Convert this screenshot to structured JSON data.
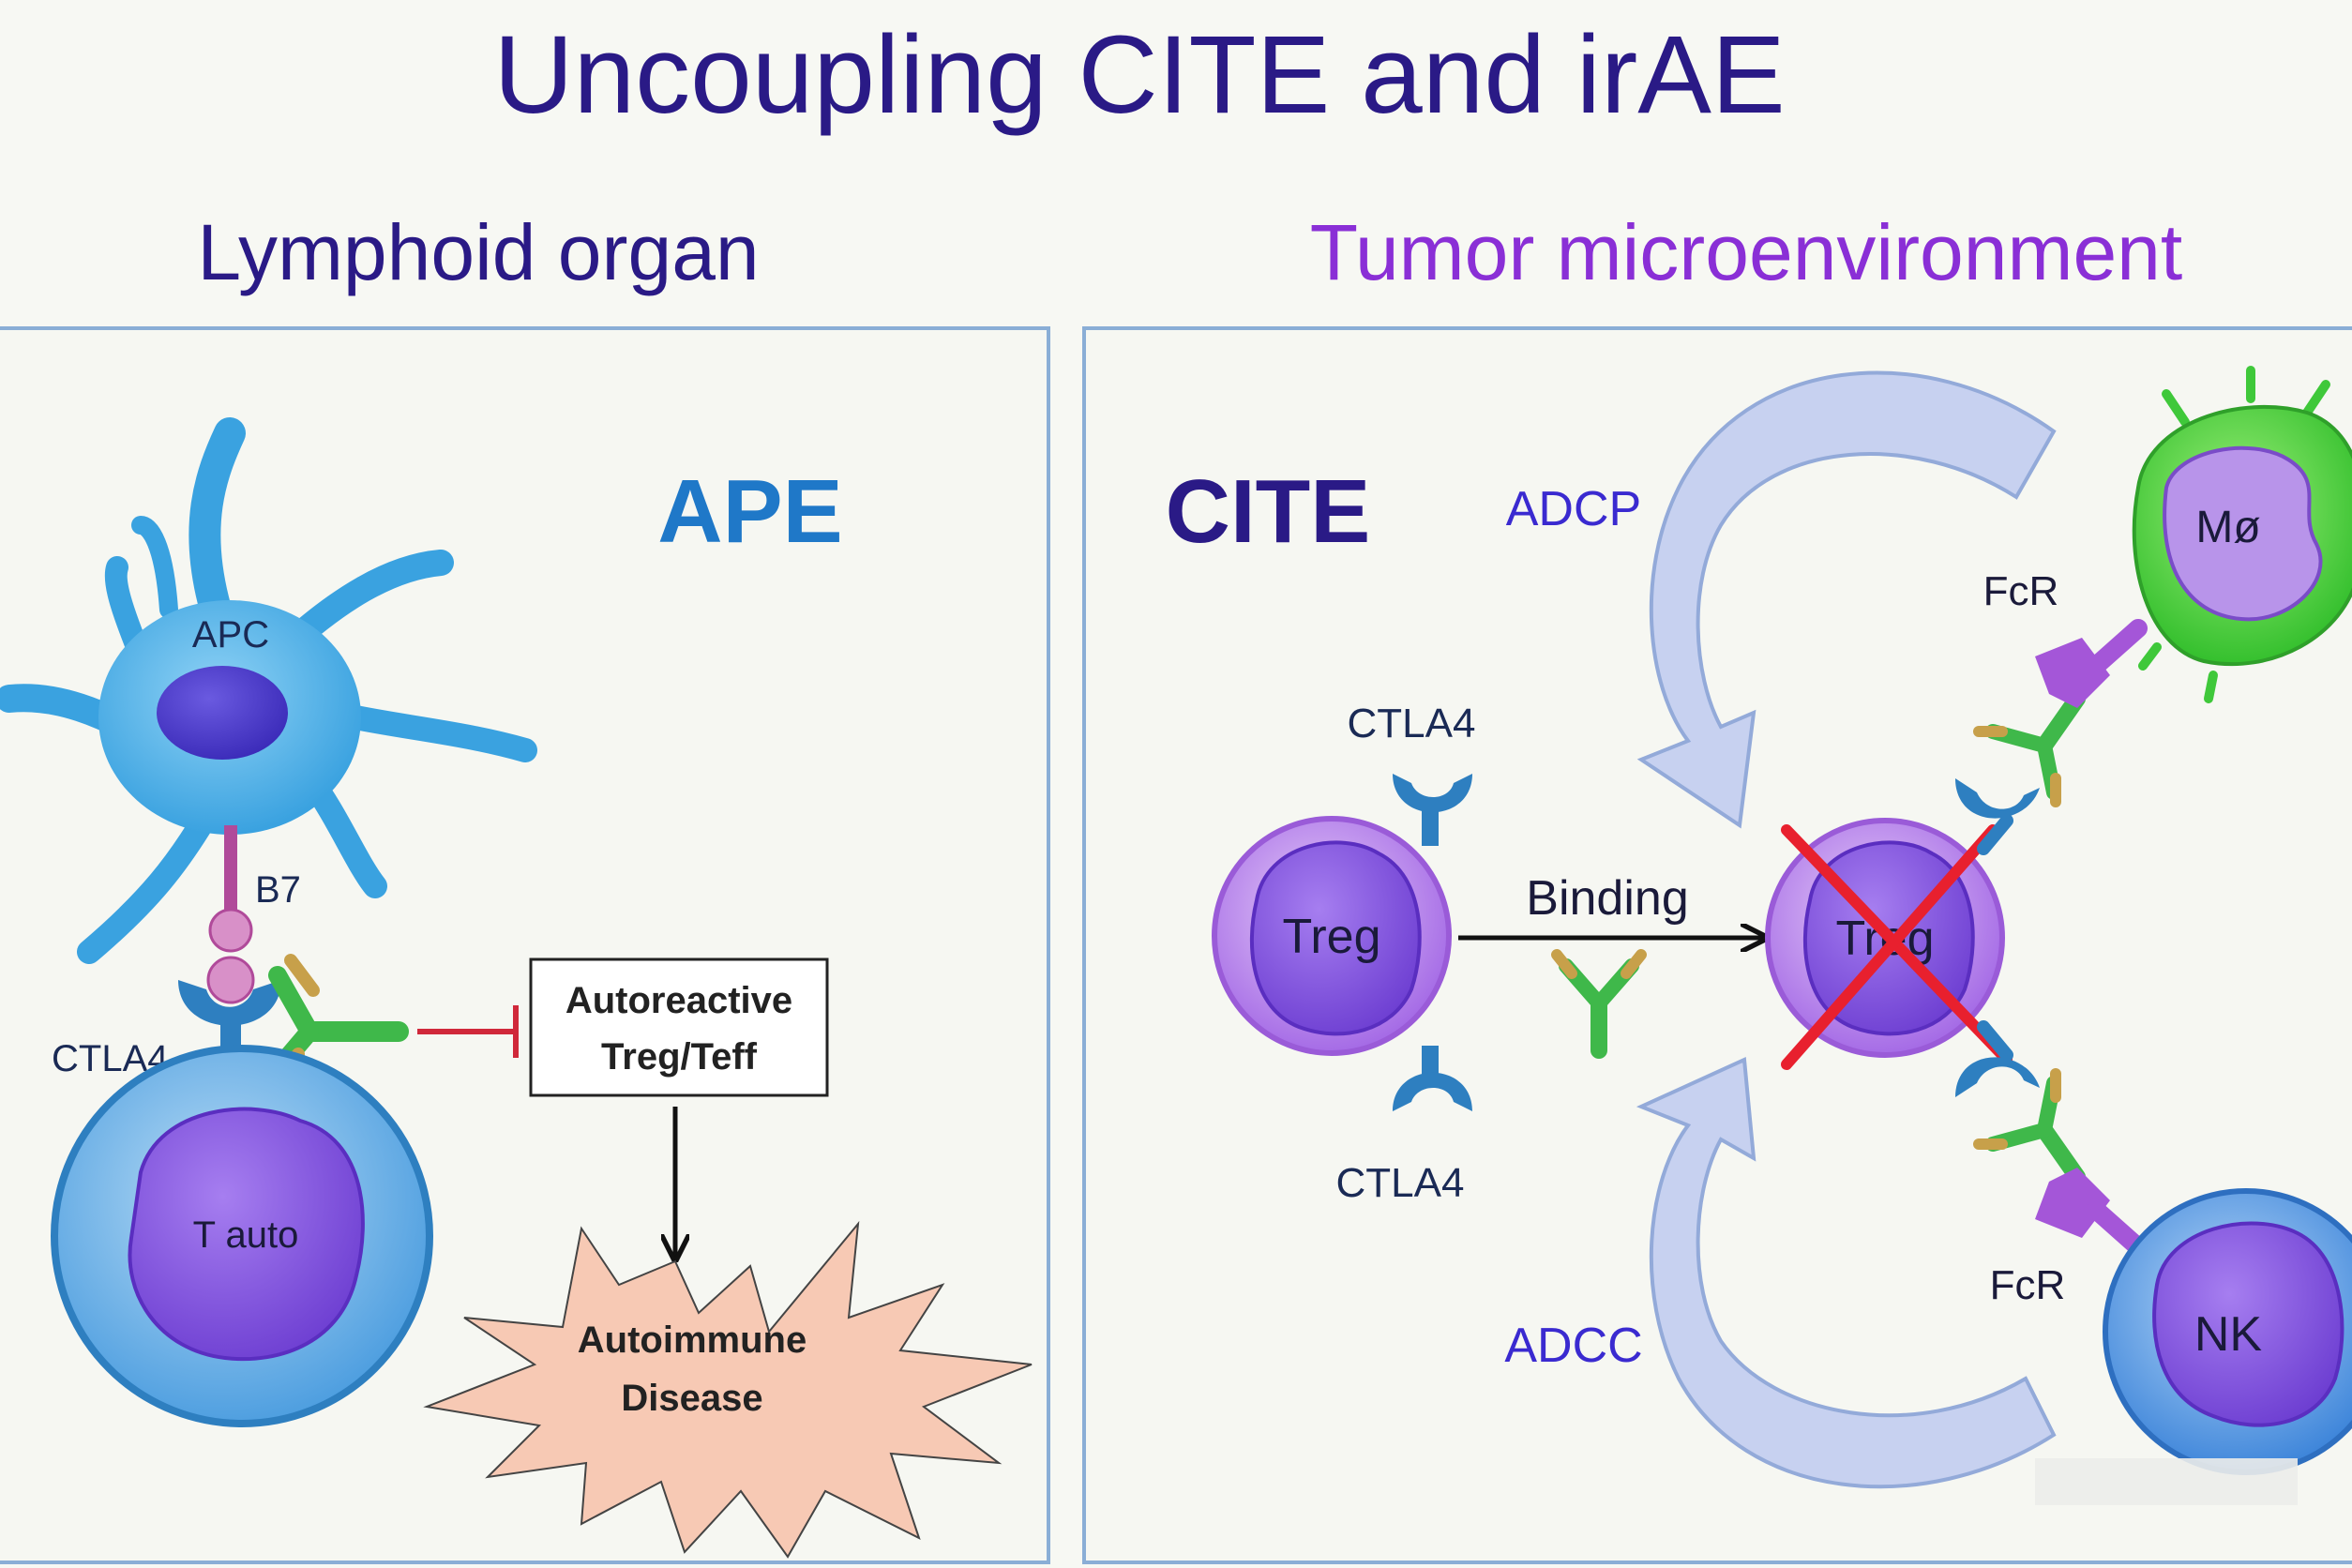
{
  "title": "Uncoupling CITE and irAE",
  "left_panel": {
    "heading": "Lymphoid organ",
    "big_label": "APE",
    "apc_label": "APC",
    "b7_label": "B7",
    "ctla4_label": "CTLA4",
    "tcell_label": "T auto",
    "box_line1": "Autoreactive",
    "box_line2": "Treg/Teff",
    "burst_line1": "Autoimmune",
    "burst_line2": "Disease"
  },
  "right_panel": {
    "heading": "Tumor microenvironment",
    "big_label": "CITE",
    "adcp_label": "ADCP",
    "adcc_label": "ADCC",
    "ctla4_top_label": "CTLA4",
    "ctla4_bottom_label": "CTLA4",
    "treg_label": "Treg",
    "binding_label": "Binding",
    "target_treg_label": "Treg",
    "fcr_top_label": "FcR",
    "fcr_bottom_label": "FcR",
    "macrophage_label": "Mø",
    "nk_label": "NK"
  },
  "colors": {
    "title": "#2a1a86",
    "left_heading": "#2a1a86",
    "right_heading": "#8a2fd6",
    "ape": "#1f78c8",
    "cite": "#2a1a86",
    "adcp_adcc": "#3a2ad0",
    "panel_border": "#8aaed6"
  }
}
